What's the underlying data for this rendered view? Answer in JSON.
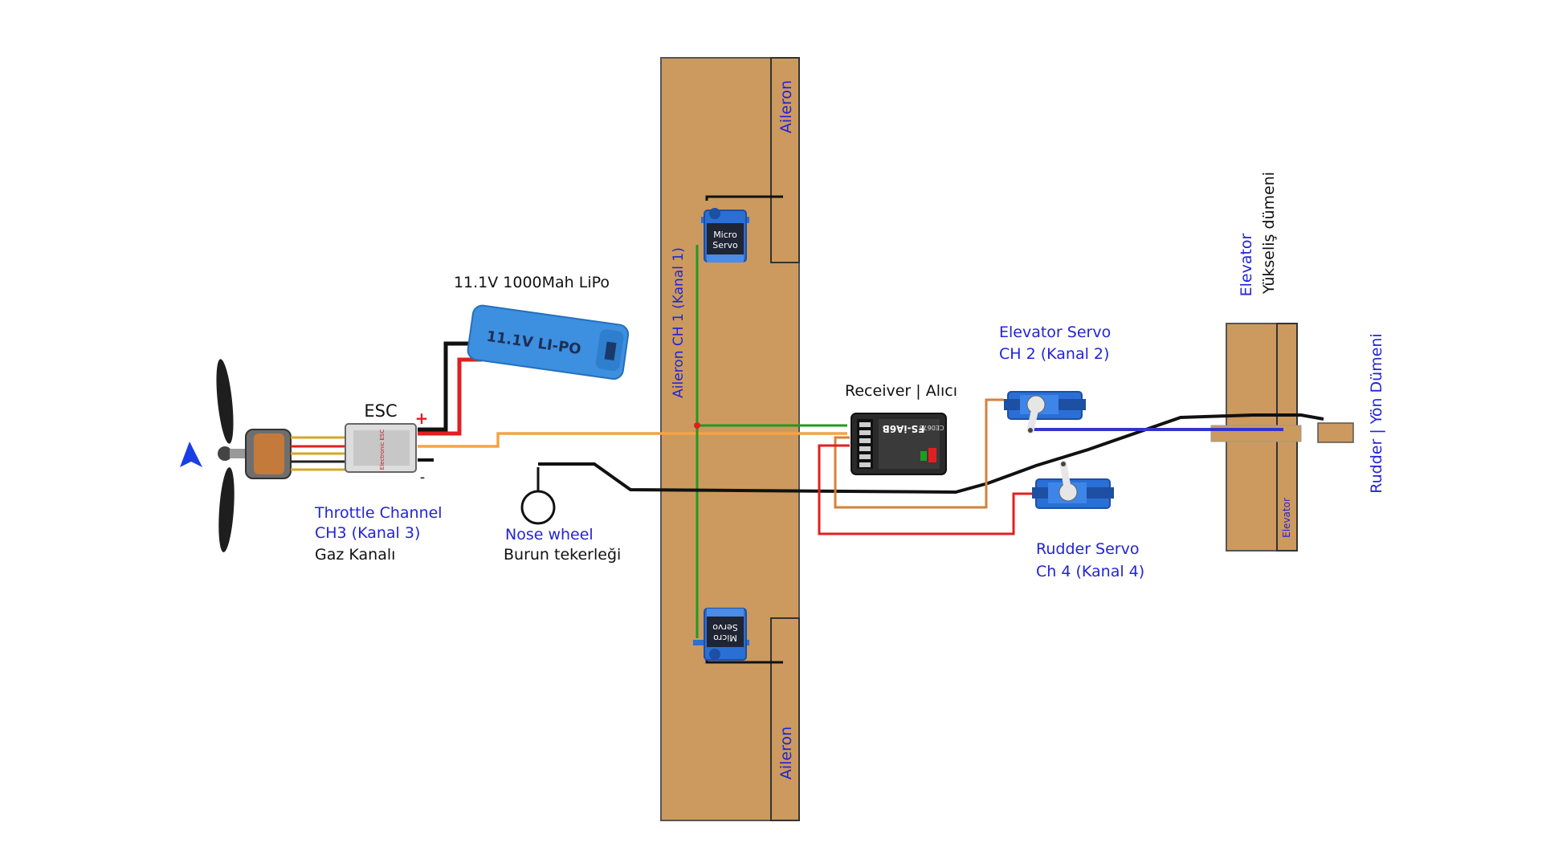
{
  "labels": {
    "battery": "11.1V 1000Mah LiPo",
    "battery_print": "11.1V LI-PO",
    "esc": "ESC",
    "esc_body": "Electronic ESC",
    "plus": "+",
    "minus": "-",
    "throttle_line1": "Throttle Channel",
    "throttle_line2": "CH3 (Kanal 3)",
    "throttle_line3": "Gaz Kanalı",
    "nose_line1": "Nose wheel",
    "nose_line2": "Burun tekerleği",
    "aileron_channel": "Aileron CH 1 (Kanal 1)",
    "aileron_top": "Aileron",
    "aileron_bottom": "Aileron",
    "micro_servo_top_l1": "Micro",
    "micro_servo_top_l2": "Servo",
    "micro_servo_bottom_l1": "Micro",
    "micro_servo_bottom_l2": "Servo",
    "receiver": "Receiver | Alıcı",
    "receiver_model": "FS-iA6B",
    "receiver_brand": "CE0678",
    "elevator_servo_l1": "Elevator Servo",
    "elevator_servo_l2": "CH 2 (Kanal 2)",
    "rudder_servo_l1": "Rudder Servo",
    "rudder_servo_l2": "Ch 4 (Kanal 4)",
    "elevator_blue": "Elevator",
    "elevator_black": "Yükseliş dümeni",
    "rudder_label": "Rudder | Yön Dümeni",
    "elevator_small": "Elevator"
  },
  "colors": {
    "wood": "#cc9a5e",
    "label_blue": "#2323d6",
    "wire_black": "#111111",
    "wire_red": "#e02020",
    "wire_orange": "#f4a347",
    "wire_green": "#1f9b1f",
    "wire_brown": "#d4823a",
    "push_rod_blue": "#3434cc",
    "battery_blue": "#3d8fe0",
    "servo_blue": "#2a6fd6"
  }
}
